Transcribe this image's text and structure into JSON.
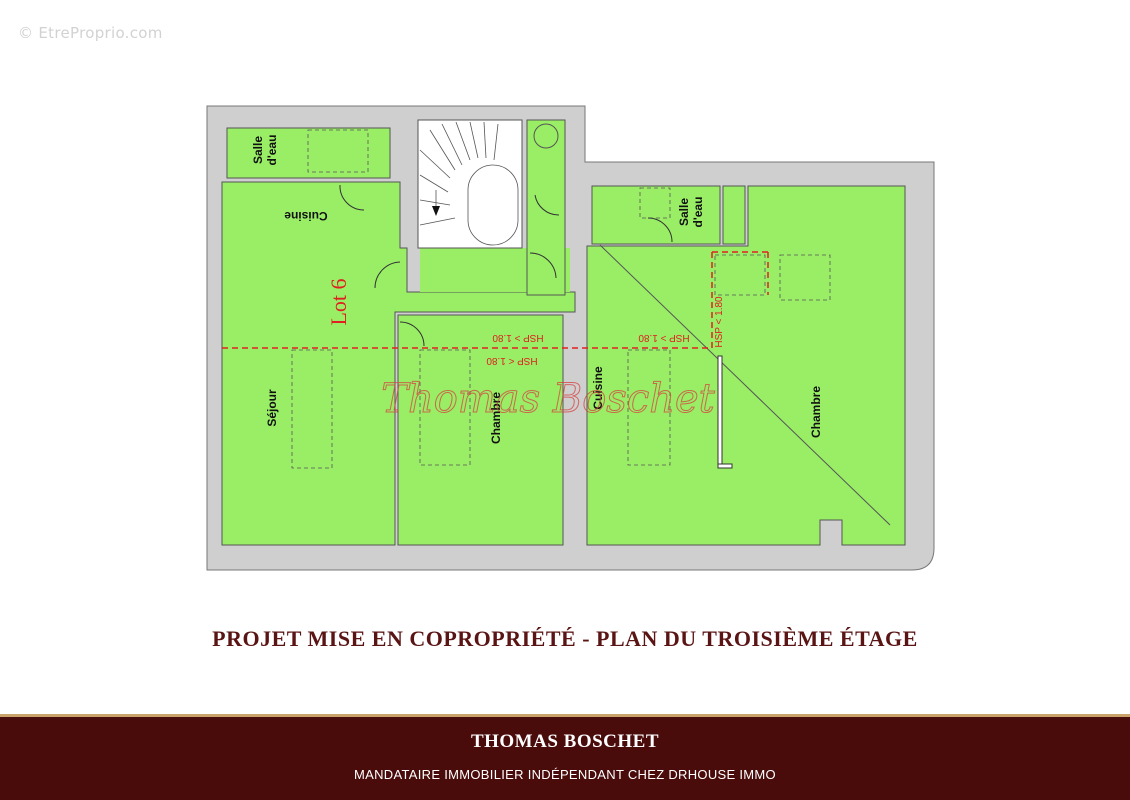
{
  "watermark": "© EtreProprio.com",
  "plan": {
    "lot_label": "Lot 6",
    "rooms": {
      "salle_eau_1": [
        "Salle",
        "d'eau"
      ],
      "cuisine_1": "Cuisine",
      "sejour": "Séjour",
      "chambre_1": "Chambre",
      "cuisine_2": "Cuisine",
      "salle_eau_2": [
        "Salle",
        "d'eau"
      ],
      "chambre_2": "Chambre"
    },
    "hsp_above": "HSP > 1.80",
    "hsp_below": "HSP < 1.80",
    "hsp_right": "HSP < 1.80",
    "signature": "Thomas Boschet",
    "colors": {
      "room": "#99ee66",
      "wall": "#cfcfcf",
      "red": "#e02020"
    }
  },
  "title": "PROJET MISE EN COPROPRIÉTÉ - PLAN DU TROISIÈME ÉTAGE",
  "footer": {
    "name": "THOMAS BOSCHET",
    "subtitle": "MANDATAIRE IMMOBILIER INDÉPENDANT CHEZ DRHOUSE IMMO"
  }
}
